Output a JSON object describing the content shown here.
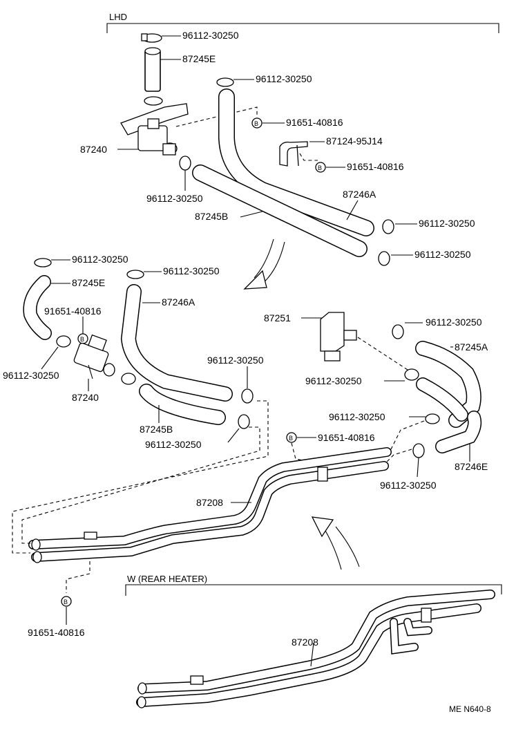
{
  "headers": {
    "lhd": "LHD",
    "rear_heater": "W (REAR HEATER)"
  },
  "labels": {
    "a1": "96112-30250",
    "a2": "87245E",
    "a3": "96112-30250",
    "a4": "91651-40816",
    "a5": "87124-95J14",
    "a6": "91651-40816",
    "a7": "87240",
    "a8": "96112-30250",
    "a9": "87246A",
    "a10": "87245B",
    "a11": "96112-30250",
    "a12": "96112-30250",
    "b1": "96112-30250",
    "b2": "96112-30250",
    "b3": "87245E",
    "b4": "87246A",
    "b5": "91651-40816",
    "b6": "96112-30250",
    "b7": "87240",
    "b8": "96112-30250",
    "b9": "87245B",
    "b10": "96112-30250",
    "c1": "87251",
    "c2": "96112-30250",
    "c3": "87245A",
    "c4": "96112-30250",
    "c5": "96112-30250",
    "c6": "91651-40816",
    "c7": "87246E",
    "c8": "96112-30250",
    "c9": "87208",
    "c10": "91651-40816",
    "d1": "87208"
  },
  "bolt_mark": "B",
  "footer_code": "ME  N640-8"
}
